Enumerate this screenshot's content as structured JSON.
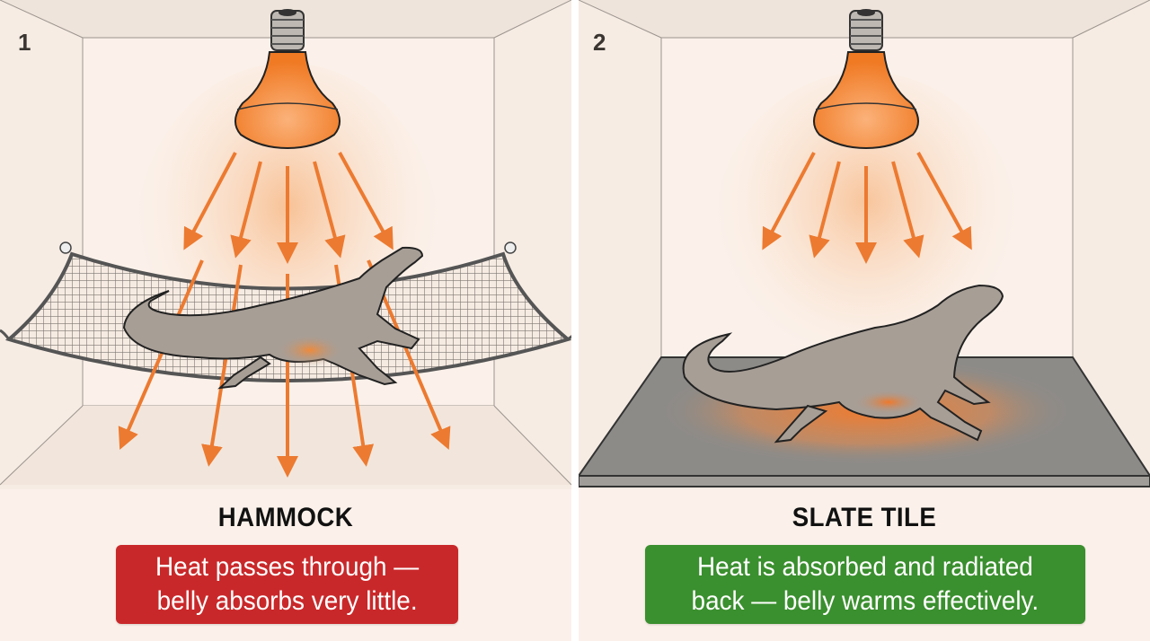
{
  "figure": {
    "colors": {
      "background": "#fbf1ea",
      "bulb": "#f28a3c",
      "arrow": "#ec7a30",
      "lizard": "#a79e96",
      "hammock_mesh": "#8a8580",
      "slate": "#8d8b88",
      "warn_red": "#c9282a",
      "good_green": "#3a8f2e"
    },
    "panels": [
      {
        "number": "1",
        "title": "HAMMOCK",
        "caption_line1": "Heat passes through —",
        "caption_line2": "belly absorbs very little.",
        "caption_color": "#c9282a",
        "icons": [
          "heat-lamp-bulb-icon",
          "heat-arrows-icon",
          "mesh-hammock-icon",
          "bearded-dragon-icon"
        ]
      },
      {
        "number": "2",
        "title": "SLATE TILE",
        "caption_line1": "Heat is absorbed and radiated",
        "caption_line2": "back — belly warms effectively.",
        "caption_color": "#3a8f2e",
        "icons": [
          "heat-lamp-bulb-icon",
          "heat-arrows-icon",
          "slate-tile-icon",
          "bearded-dragon-icon"
        ]
      }
    ]
  }
}
